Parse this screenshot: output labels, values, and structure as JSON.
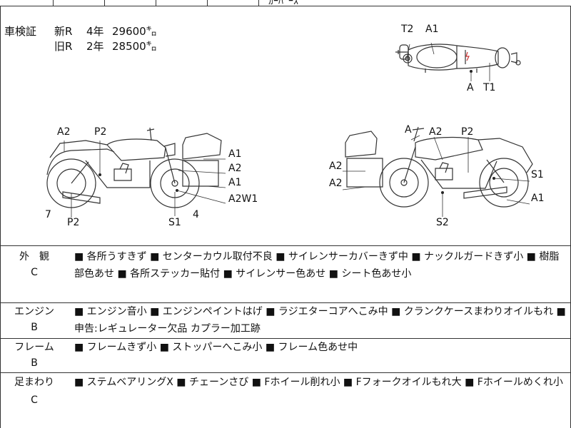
{
  "top_fragment": "ｶｰﾊﾟｰｽ",
  "shaken": {
    "label": "車検証",
    "new_type": "新R",
    "new_years": "4年",
    "new_km": "29600㌔",
    "old_type": "旧R",
    "old_years": "2年",
    "old_km": "28500㌔"
  },
  "diagram_labels": {
    "top": [
      "T2",
      "A1",
      "A",
      "T1"
    ],
    "left": [
      "A2",
      "P2",
      "A1",
      "A2",
      "A1",
      "A2W1",
      "7",
      "P2",
      "S1",
      "4"
    ],
    "right": [
      "A",
      "A2",
      "P2",
      "A2",
      "A2",
      "S1",
      "A1",
      "S2"
    ]
  },
  "rows": [
    {
      "cat1": "外　観",
      "cat2": "C",
      "text": "■ 各所うすきず ■ センターカウル取付不良 ■ サイレンサーカバーきず中 ■ ナックルガードきず小 ■ 樹脂部色あせ ■ 各所ステッカー貼付 ■ サイレンサー色あせ ■ シート色あせ小"
    },
    {
      "cat1": "エンジン",
      "cat2": "B",
      "text": "■ エンジン音小 ■ エンジンペイントはげ ■ ラジエターコアへこみ中 ■ クランクケースまわりオイルもれ ■ 申告:レギュレーター欠品 カプラー加工跡"
    },
    {
      "cat1": "フレーム",
      "cat2": "B",
      "text": "■ フレームきず小 ■ ストッパーへこみ小 ■ フレーム色あせ中"
    },
    {
      "cat1": "足まわり",
      "cat2": "C",
      "text": "■ ステムベアリングX ■ チェーンさび ■ Fホイール削れ小 ■ Fフォークオイルもれ大 ■ Fホイールめくれ小"
    }
  ]
}
